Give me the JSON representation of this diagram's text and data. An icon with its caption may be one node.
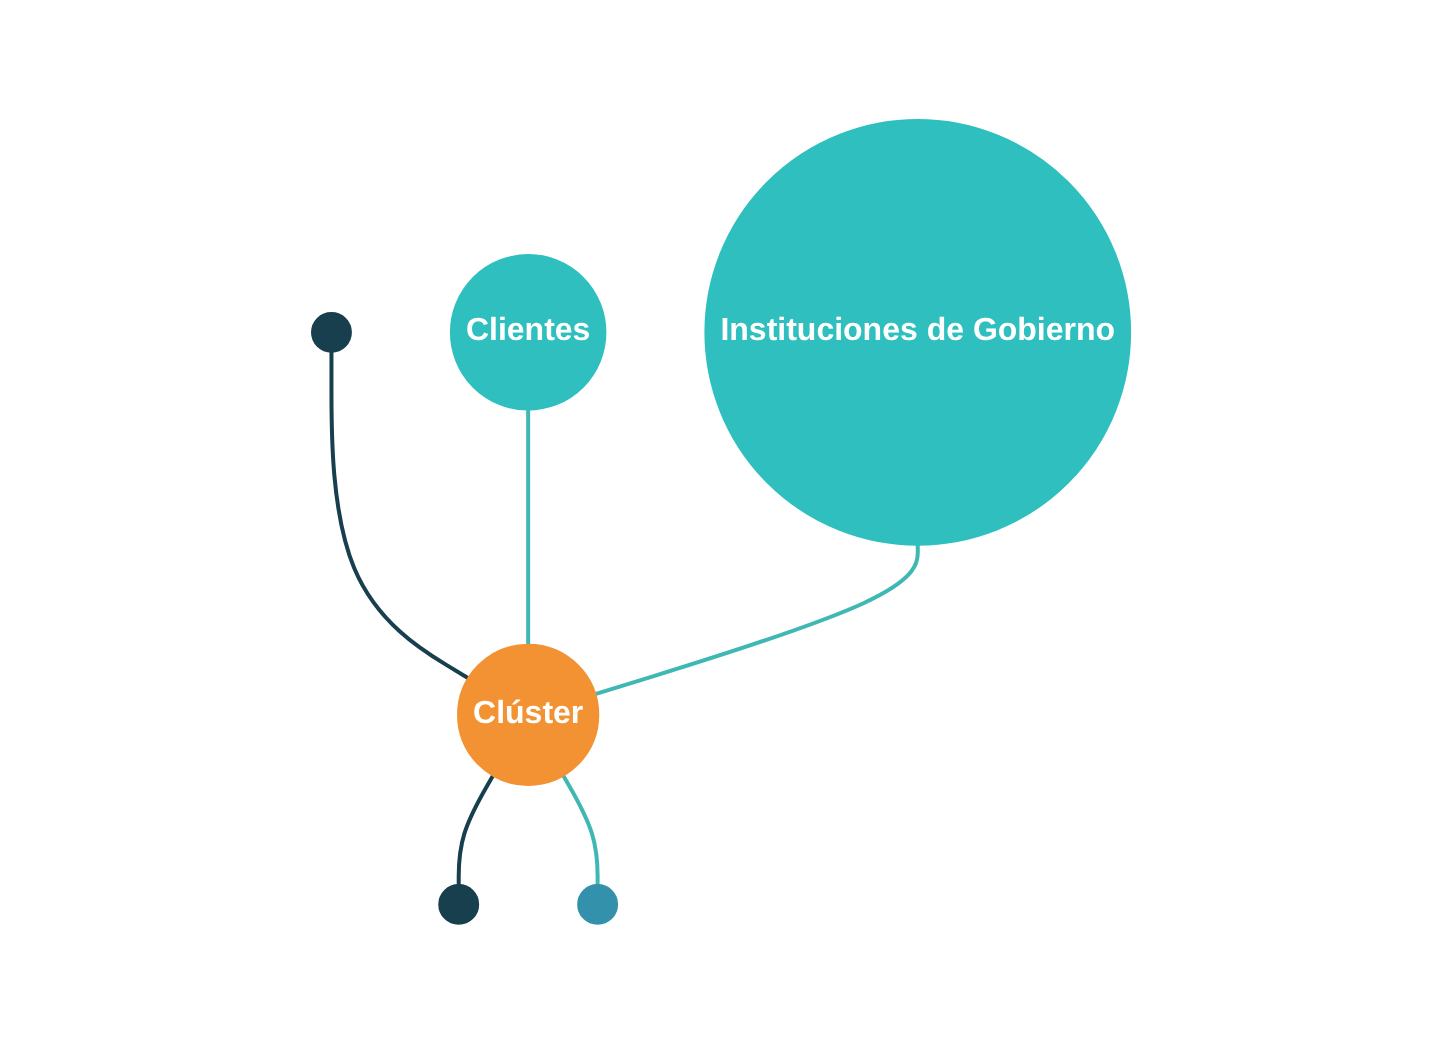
{
  "diagram": {
    "nodes": [
      {
        "text": [],
        "shape": "circle"
      },
      {
        "text": [
          "Clientes"
        ]
      },
      {
        "text": [
          "Instituciones de Gobierno"
        ]
      },
      {
        "text": [
          "Clúster"
        ]
      },
      {
        "text": [],
        "shape": "circle"
      },
      {
        "text": [],
        "shape": "circle"
      }
    ],
    "edges": [
      {
        "from": 0,
        "to": 3,
        "arrow": "none",
        "color": "#173f4d"
      },
      {
        "from": 1,
        "to": 3,
        "arrow": "none"
      },
      {
        "from": 2,
        "to": 3,
        "arrow": "none"
      },
      {
        "from": 3,
        "to": 4,
        "arrow": "none",
        "color": "#173f4d"
      },
      {
        "from": 3,
        "to": 5,
        "arrow": "none"
      }
    ]
  }
}
